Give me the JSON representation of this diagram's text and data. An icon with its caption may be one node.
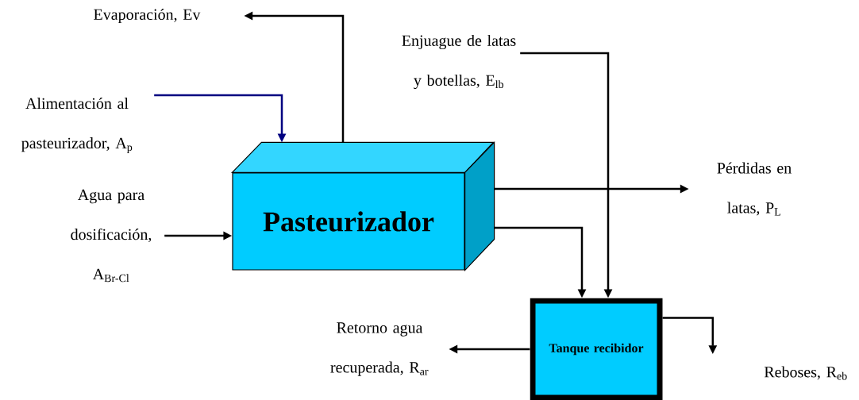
{
  "diagram": {
    "nodes": [
      {
        "text": [
          "Pasteurizador"
        ]
      },
      {
        "text": [
          "Tanque recibidor"
        ]
      },
      {
        "text": [
          "Evaporación, Ev"
        ]
      },
      {
        "text": [
          "Alimentación al pasteurizador, A$_{p}$"
        ]
      },
      {
        "text": [
          "Agua para dosificación, A$_{Br-Cl}$"
        ]
      },
      {
        "text": [
          "Enjuague de latas y botellas, E$_{lb}$"
        ]
      },
      {
        "text": [
          "Pérdidas en latas, P$_{L}$"
        ]
      },
      {
        "text": [
          "Retorno agua recuperada, R$_{ar}$"
        ]
      },
      {
        "text": [
          "Reboses, R$_{eb}$"
        ]
      }
    ],
    "edges": [
      {
        "from": 0,
        "to": 2,
        "arrow": "to"
      },
      {
        "from": 3,
        "to": 0,
        "arrow": "to",
        "color": "#000080"
      },
      {
        "from": 4,
        "to": 0,
        "arrow": "to"
      },
      {
        "from": 5,
        "to": 1,
        "arrow": "to"
      },
      {
        "from": 0,
        "to": 6,
        "arrow": "to"
      },
      {
        "from": 0,
        "to": 1,
        "arrow": "to"
      },
      {
        "from": 1,
        "to": 7,
        "arrow": "to"
      },
      {
        "from": 1,
        "to": 8,
        "arrow": "to"
      }
    ]
  }
}
